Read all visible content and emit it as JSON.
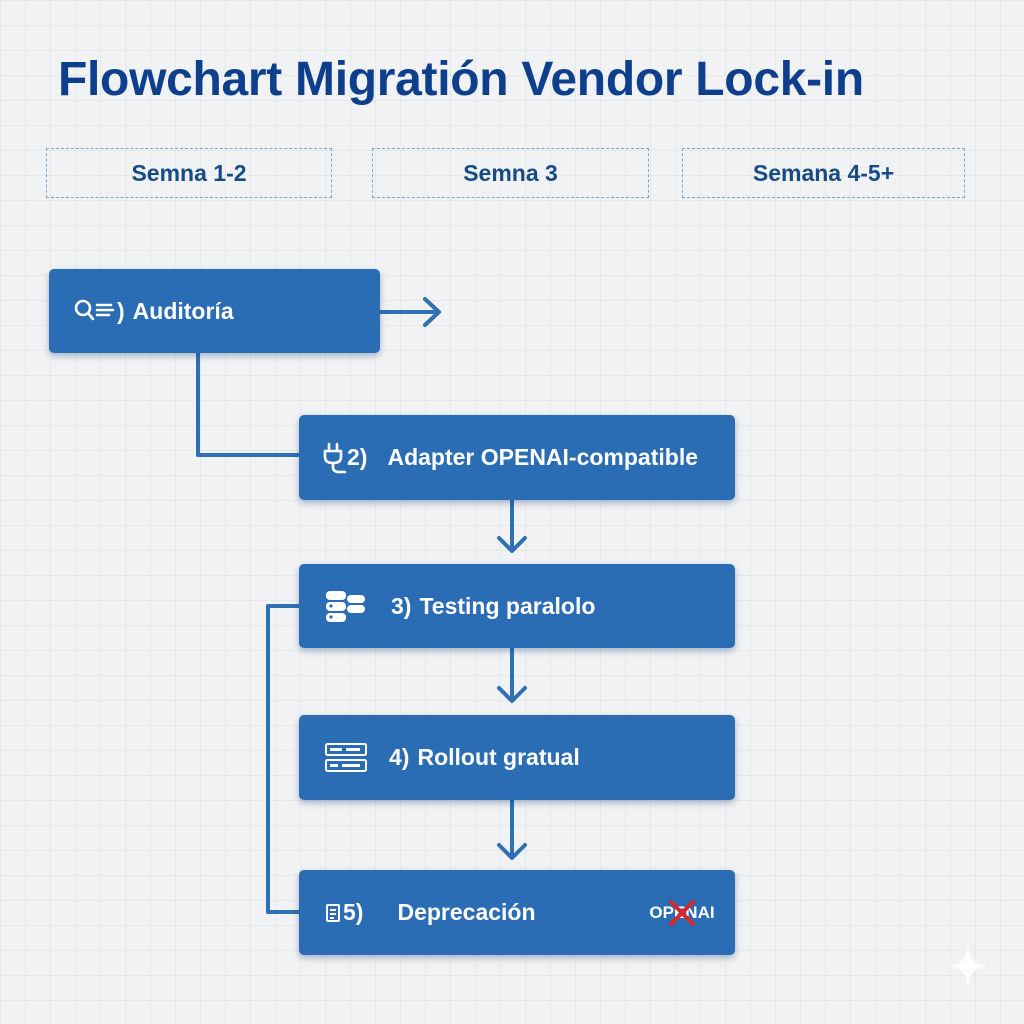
{
  "title": "Flowchart Migratión Vendor Lock-in",
  "phases": [
    "Semna 1-2",
    "Semna 3",
    "Semana 4-5+"
  ],
  "steps": [
    {
      "number": ")",
      "label": "Auditoría",
      "icon": "search-list-icon"
    },
    {
      "number": "2)",
      "label": "Adapter OPENAI-compatible",
      "icon": "plug-icon"
    },
    {
      "number": "3)",
      "label": "Testing paralolo",
      "icon": "database-icon"
    },
    {
      "number": "4)",
      "label": "Rollout gratual",
      "icon": "server-rack-icon"
    },
    {
      "number": "5)",
      "label": "Deprecación",
      "icon": "document-icon",
      "badge": {
        "text": "OPENAI",
        "icon": "red-x-icon"
      }
    }
  ],
  "colors": {
    "title": "#0d3f8c",
    "step_fill": "#2b6db5",
    "connector": "#2f6fb3",
    "phase_border": "#74a9d6",
    "cross": "#d8262c",
    "background": "#f1f2f3"
  },
  "decorations": {
    "corner": "sparkle-icon"
  }
}
